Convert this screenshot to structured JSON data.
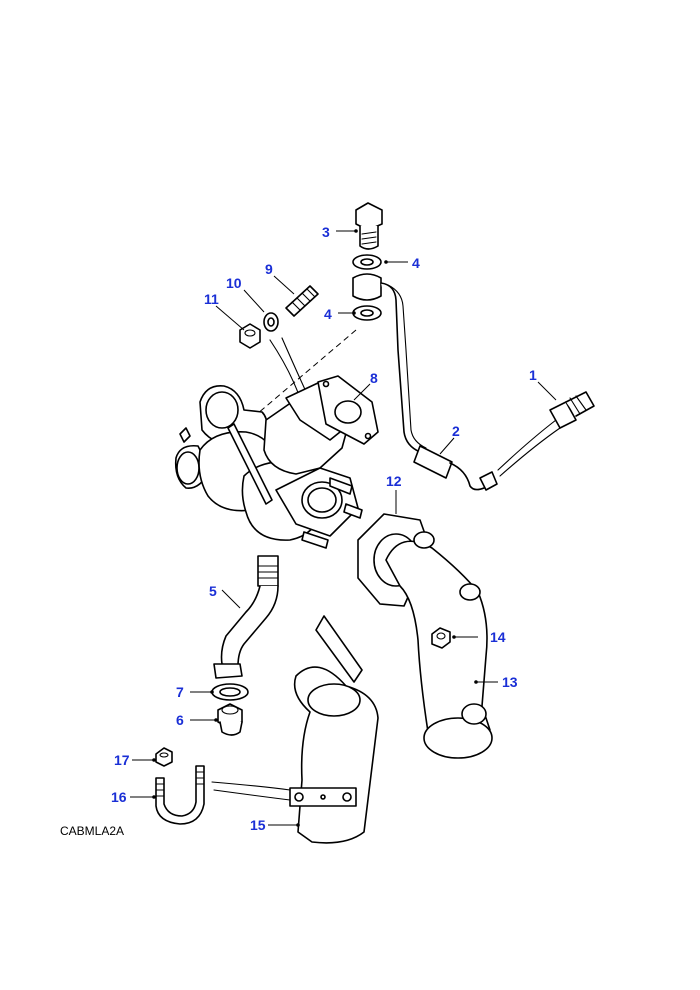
{
  "reference_code": "CABMLA2A",
  "callout_color": "#1a2fd6",
  "callouts": [
    "1",
    "2",
    "3",
    "4",
    "4",
    "5",
    "6",
    "7",
    "8",
    "9",
    "10",
    "11",
    "12",
    "13",
    "14",
    "15",
    "16",
    "17"
  ]
}
